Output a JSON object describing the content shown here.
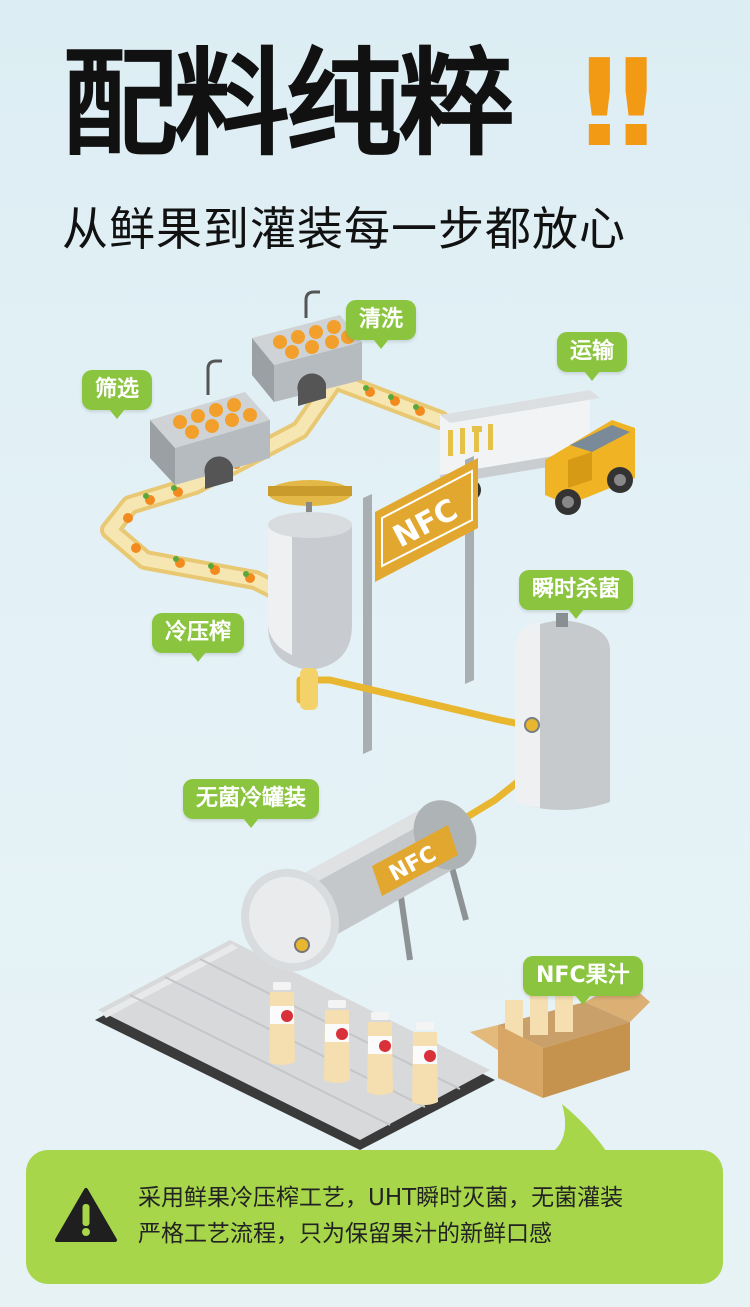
{
  "header": {
    "title": "配料纯粹",
    "title_mark": "!!",
    "subtitle": "从鲜果到灌装每一步都放心"
  },
  "steps": {
    "screening": "筛选",
    "washing": "清洗",
    "transport": "运输",
    "cold_press": "冷压榨",
    "instant_sterilization": "瞬时杀菌",
    "aseptic_cold_fill": "无菌冷罐装",
    "nfc_juice": "NFC果汁"
  },
  "signs": {
    "gate_sign": "NFC",
    "tank_sign": "NFC"
  },
  "notice": {
    "line1": "采用鲜果冷压榨工艺，UHT瞬时灭菌，无菌灌装",
    "line2": "严格工艺流程，只为保留果汁的新鲜口感"
  },
  "colors": {
    "accent_green": "#8bc53f",
    "notice_green": "#a7d64b",
    "exclaim_orange": "#f39a14",
    "pipe_yellow": "#e9b630",
    "truck_yellow": "#f0b323"
  }
}
